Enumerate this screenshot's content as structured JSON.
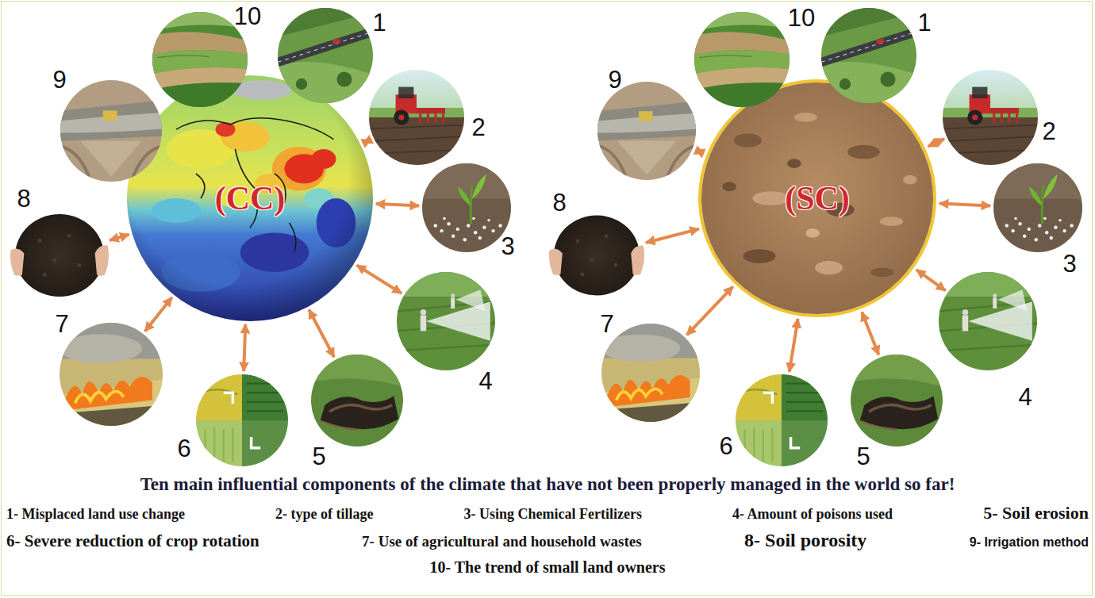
{
  "diagram": {
    "caption": "Ten main influential components of the climate that have not been properly managed in the world so far!",
    "nodes": [
      {
        "text": [
          "(CC)"
        ]
      },
      {
        "text": [
          "1"
        ]
      },
      {
        "text": [
          "2"
        ]
      },
      {
        "text": [
          "3"
        ]
      },
      {
        "text": [
          "4"
        ]
      },
      {
        "text": [
          "5"
        ]
      },
      {
        "text": [
          "6"
        ]
      },
      {
        "text": [
          "7"
        ]
      },
      {
        "text": [
          "8"
        ]
      },
      {
        "text": [
          "9"
        ]
      },
      {
        "text": [
          "10"
        ]
      },
      {
        "text": [
          "(SC)"
        ]
      },
      {
        "text": [
          "1"
        ]
      },
      {
        "text": [
          "2"
        ]
      },
      {
        "text": [
          "3"
        ]
      },
      {
        "text": [
          "4"
        ]
      },
      {
        "text": [
          "5"
        ]
      },
      {
        "text": [
          "6"
        ]
      },
      {
        "text": [
          "7"
        ]
      },
      {
        "text": [
          "8"
        ]
      },
      {
        "text": [
          "9"
        ]
      },
      {
        "text": [
          "10"
        ]
      }
    ],
    "edges": [
      {
        "from": 0,
        "to": 1,
        "arrow": "both"
      },
      {
        "from": 0,
        "to": 2,
        "arrow": "both"
      },
      {
        "from": 0,
        "to": 3,
        "arrow": "both"
      },
      {
        "from": 0,
        "to": 4,
        "arrow": "both"
      },
      {
        "from": 0,
        "to": 5,
        "arrow": "both"
      },
      {
        "from": 0,
        "to": 6,
        "arrow": "both"
      },
      {
        "from": 0,
        "to": 7,
        "arrow": "both"
      },
      {
        "from": 0,
        "to": 8,
        "arrow": "both"
      },
      {
        "from": 0,
        "to": 9,
        "arrow": "both"
      },
      {
        "from": 0,
        "to": 10,
        "arrow": "both"
      },
      {
        "from": 11,
        "to": 12,
        "arrow": "both"
      },
      {
        "from": 11,
        "to": 13,
        "arrow": "both"
      },
      {
        "from": 11,
        "to": 14,
        "arrow": "both"
      },
      {
        "from": 11,
        "to": 15,
        "arrow": "both"
      },
      {
        "from": 11,
        "to": 16,
        "arrow": "both"
      },
      {
        "from": 11,
        "to": 17,
        "arrow": "both"
      },
      {
        "from": 11,
        "to": 18,
        "arrow": "both"
      },
      {
        "from": 11,
        "to": 19,
        "arrow": "both"
      },
      {
        "from": 11,
        "to": 20,
        "arrow": "both"
      },
      {
        "from": 11,
        "to": 21,
        "arrow": "both"
      }
    ],
    "labels": [
      "1- Misplaced land use change",
      "2- type of tillage",
      "3- Using Chemical Fertilizers",
      "4- Amount of poisons used",
      "5- Soil erosion",
      "6- Severe reduction of crop rotation",
      "7- Use of agricultural and household wastes",
      "8- Soil porosity",
      "9- Irrigation method",
      "10- The trend of small land owners"
    ]
  }
}
